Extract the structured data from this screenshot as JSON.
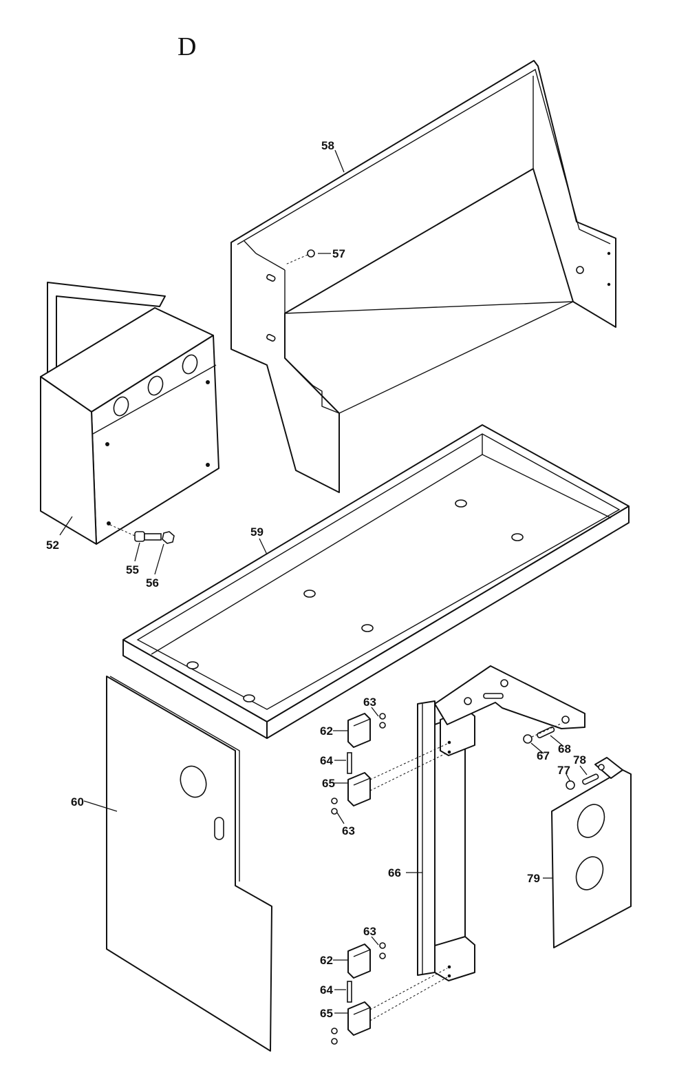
{
  "title": "D",
  "labels": {
    "p52": "52",
    "p55": "55",
    "p56": "56",
    "p57": "57",
    "p58": "58",
    "p59": "59",
    "p60": "60",
    "p62a": "62",
    "p62b": "62",
    "p63a": "63",
    "p63b": "63",
    "p63c": "63",
    "p64a": "64",
    "p64b": "64",
    "p65a": "65",
    "p65b": "65",
    "p66": "66",
    "p67": "67",
    "p68": "68",
    "p77": "77",
    "p78": "78",
    "p79": "79"
  }
}
